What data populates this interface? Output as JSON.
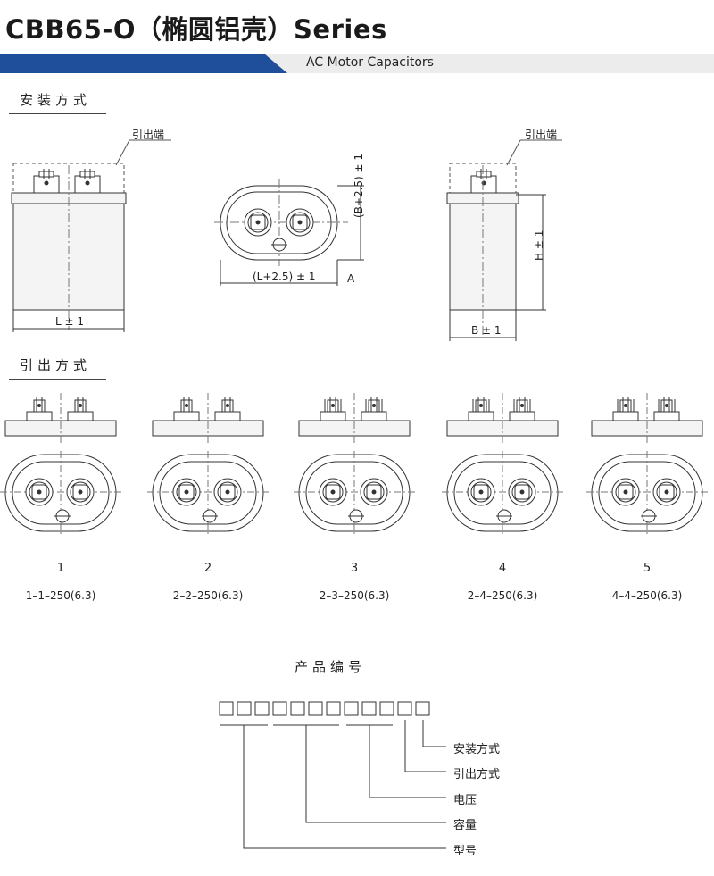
{
  "header": {
    "title": "CBB65-O（椭圆铝壳）Series",
    "subtitle": "AC Motor Capacitors",
    "colors": {
      "accent_blue": "#1f4e9a",
      "banner_gray": "#ececec"
    }
  },
  "mounting": {
    "heading": "安装方式",
    "terminal_label_left": "引出端",
    "terminal_label_right": "引出端",
    "dim_L": "L ± 1",
    "dim_L25": "(L+2.5) ± 1",
    "dim_B25": "(B+2.5) ± 1",
    "view_A": "A",
    "dim_H": "H ± 1",
    "dim_B": "B ± 1"
  },
  "terminals": {
    "heading": "引出方式",
    "items": [
      {
        "number": "1",
        "code": "1–1–250(6.3)"
      },
      {
        "number": "2",
        "code": "2–2–250(6.3)"
      },
      {
        "number": "3",
        "code": "2–3–250(6.3)"
      },
      {
        "number": "4",
        "code": "2–4–250(6.3)"
      },
      {
        "number": "5",
        "code": "4–4–250(6.3)"
      }
    ]
  },
  "part_number": {
    "heading": "产品编号",
    "box_count": 12,
    "labels": [
      "安装方式",
      "引出方式",
      "电压",
      "容量",
      "型号"
    ]
  }
}
